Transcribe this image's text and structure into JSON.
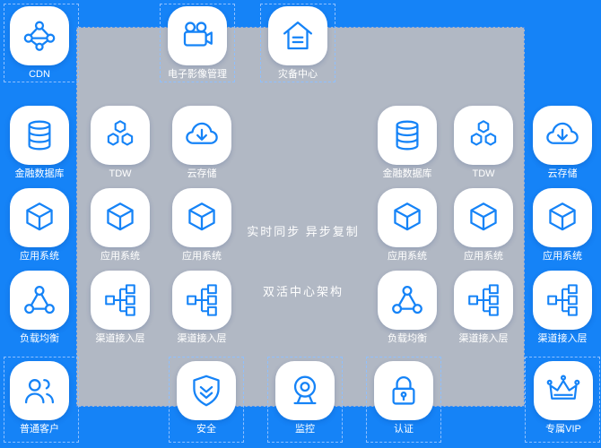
{
  "colors": {
    "background": "#1583f7",
    "panel_bg": "#b1b8c4",
    "tile_bg": "#ffffff",
    "icon_blue": "#1583f7",
    "label_text": "#ffffff",
    "zone_dash": "#8fc0ff",
    "panel_dash": "#3f8df2"
  },
  "top_row": [
    {
      "label": "CDN",
      "icon": "cdn-network-icon"
    },
    {
      "label": "电子影像管理",
      "icon": "video-camera-icon"
    },
    {
      "label": "灾备中心",
      "icon": "disaster-recovery-house-icon"
    }
  ],
  "center_labels": {
    "sync": "实时同步  异步复制",
    "architecture": "双活中心架构"
  },
  "left_group": {
    "items": [
      {
        "label": "金融数据库",
        "icon": "database-icon"
      },
      {
        "label": "TDW",
        "icon": "hexagons-icon"
      },
      {
        "label": "云存储",
        "icon": "cloud-download-icon"
      },
      {
        "label": "应用系统",
        "icon": "cube-icon"
      },
      {
        "label": "应用系统",
        "icon": "cube-icon"
      },
      {
        "label": "应用系统",
        "icon": "cube-icon"
      },
      {
        "label": "负载均衡",
        "icon": "load-balancer-icon"
      },
      {
        "label": "渠道接入层",
        "icon": "flowchart-tree-icon"
      },
      {
        "label": "渠道接入层",
        "icon": "flowchart-tree-icon"
      }
    ]
  },
  "right_group": {
    "items": [
      {
        "label": "金融数据库",
        "icon": "database-icon"
      },
      {
        "label": "TDW",
        "icon": "hexagons-icon"
      },
      {
        "label": "云存储",
        "icon": "cloud-download-icon"
      },
      {
        "label": "应用系统",
        "icon": "cube-icon"
      },
      {
        "label": "应用系统",
        "icon": "cube-icon"
      },
      {
        "label": "应用系统",
        "icon": "cube-icon"
      },
      {
        "label": "负载均衡",
        "icon": "load-balancer-icon"
      },
      {
        "label": "渠道接入层",
        "icon": "flowchart-tree-icon"
      },
      {
        "label": "渠道接入层",
        "icon": "flowchart-tree-icon"
      }
    ]
  },
  "bottom_row": [
    {
      "label": "普通客户",
      "icon": "users-icon"
    },
    {
      "label": "安全",
      "icon": "shield-icon"
    },
    {
      "label": "监控",
      "icon": "webcam-icon"
    },
    {
      "label": "认证",
      "icon": "lock-icon"
    },
    {
      "label": "专属VIP",
      "icon": "vip-crown-icon"
    }
  ]
}
